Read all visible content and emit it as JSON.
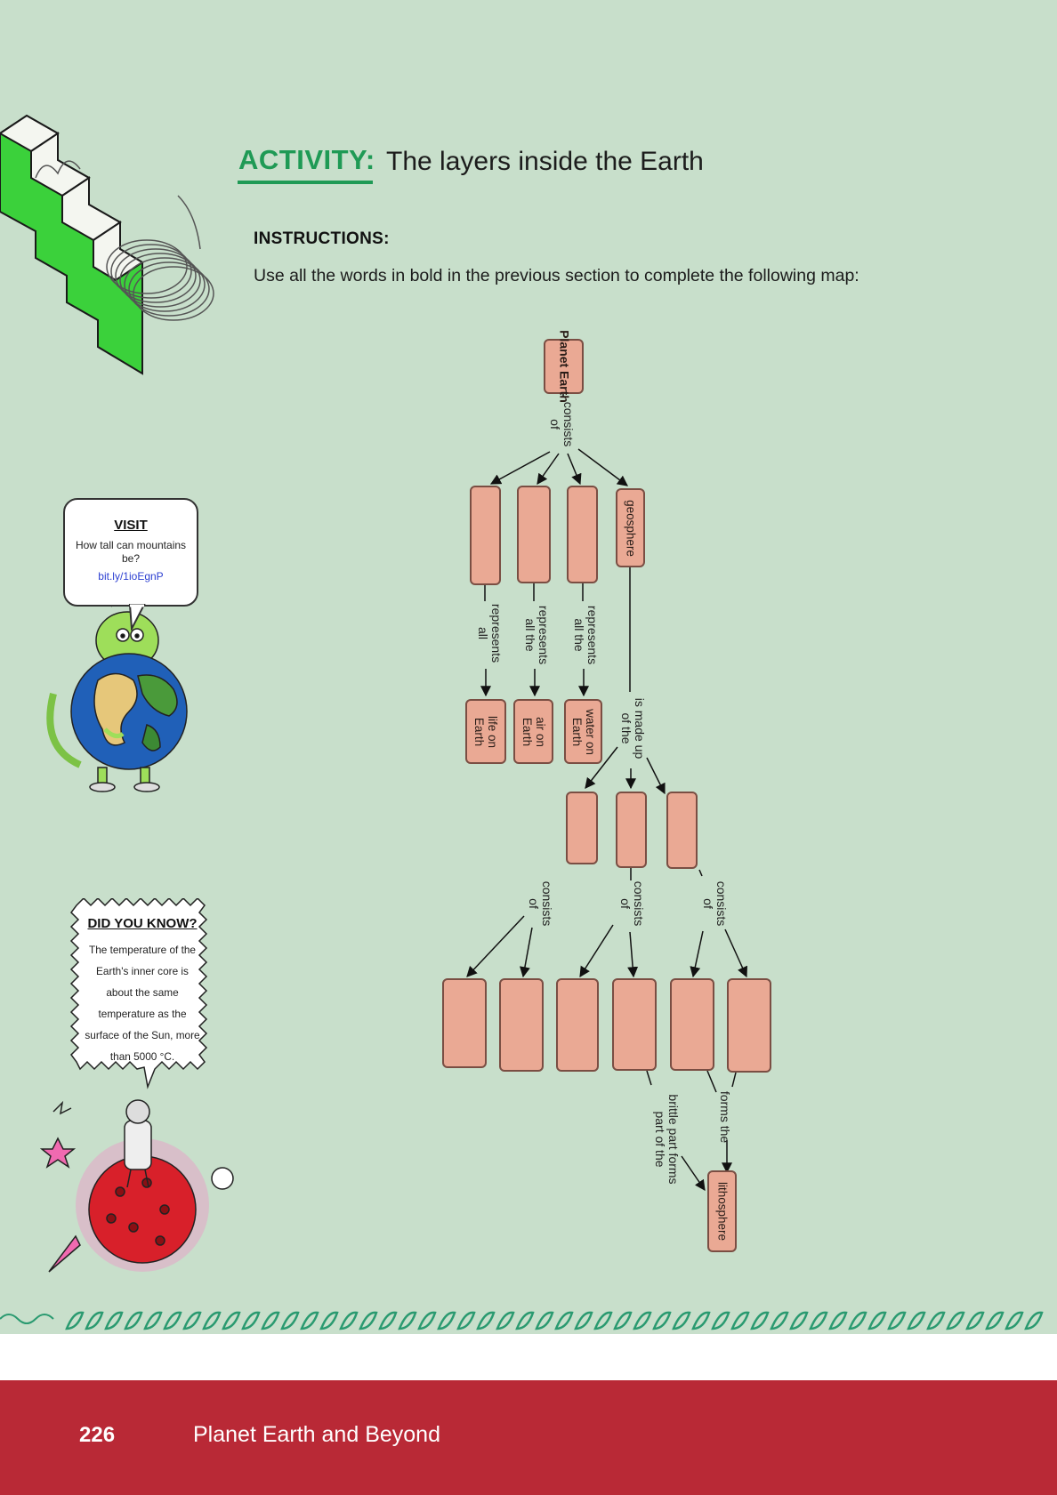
{
  "header": {
    "activity_label": "ACTIVITY:",
    "title": "The layers inside the Earth"
  },
  "instructions": {
    "heading": "INSTRUCTIONS:",
    "text": "Use all the words in bold in the previous section to complete the following map:"
  },
  "concept_map": {
    "root": "Planet Earth",
    "root_link": "consists of",
    "spheres": [
      "",
      "",
      "",
      "geosphere"
    ],
    "sphere_links": [
      "represents all",
      "represents all the",
      "represents all the"
    ],
    "sphere_targets": [
      "life on Earth",
      "air on Earth",
      "water on Earth"
    ],
    "geosphere_link": "is made up of the",
    "layers": [
      "",
      "",
      ""
    ],
    "layer_links": [
      "consists of",
      "consists of",
      "consists of"
    ],
    "sublayers": [
      "",
      "",
      "",
      "",
      "",
      ""
    ],
    "brittle_link": "brittle part forms part of the",
    "forms_link": "forms the",
    "final": "lithosphere"
  },
  "visit": {
    "title": "VISIT",
    "text": "How tall can mountains be?",
    "link": "bit.ly/1ioEgnP"
  },
  "did_you_know": {
    "title": "DID YOU KNOW?",
    "text": "The temperature of the Earth's inner core is about the same temperature as the surface of the Sun, more than 5000 °C."
  },
  "footer": {
    "page_number": "226",
    "book_title": "Planet Earth and Beyond"
  },
  "colors": {
    "background": "#c8dfcb",
    "accent_green": "#1f9a55",
    "box_fill": "#eaa994",
    "footer_red": "#b92936",
    "link_blue": "#2c3fd1"
  }
}
